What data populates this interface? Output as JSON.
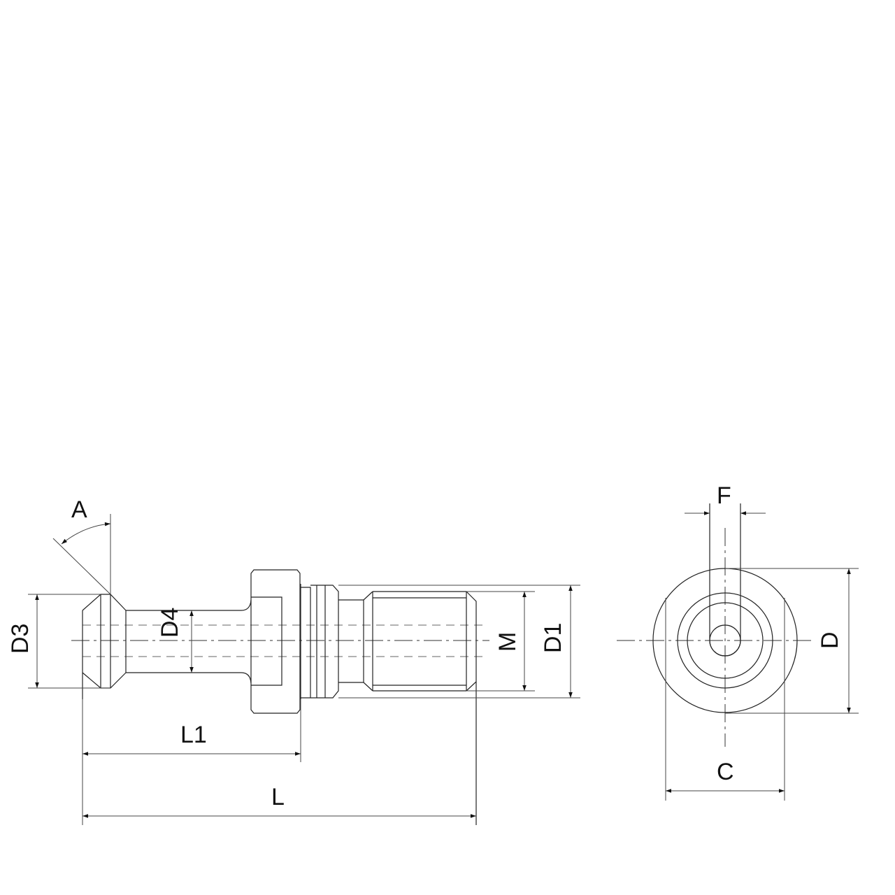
{
  "drawing": {
    "title": "Retention knob (pull stud) dimension drawing",
    "line_color": "#222222",
    "background": "#ffffff",
    "side_view": {
      "labels": {
        "angle": "A",
        "d3": "D3",
        "d4": "D4",
        "m": "M",
        "d1": "D1",
        "l1": "L1",
        "l": "L"
      }
    },
    "end_view": {
      "labels": {
        "f": "F",
        "d": "D",
        "c": "C"
      }
    }
  }
}
